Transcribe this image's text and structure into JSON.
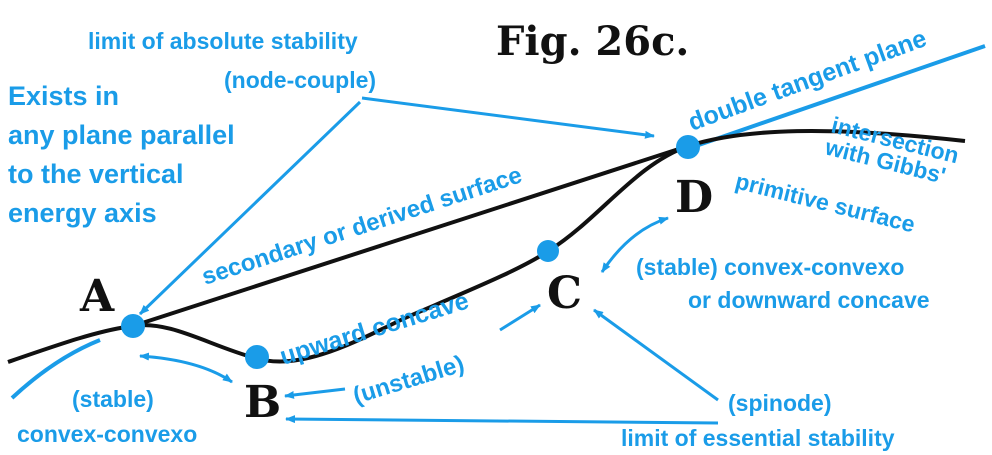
{
  "figure_title": "Fig. 26c.",
  "points": {
    "A": "A",
    "B": "B",
    "C": "C",
    "D": "D"
  },
  "annotations": {
    "exists_note": [
      "Exists in",
      "any plane parallel",
      "to the vertical",
      "energy axis"
    ],
    "absolute_stability": [
      "limit of absolute stability",
      "(node-couple)"
    ],
    "double_tangent": "double tangent plane",
    "intersection": [
      "intersection",
      "with Gibbs'",
      "primitive surface"
    ],
    "secondary_surface": "secondary or derived surface",
    "upward_concave": "upward concave",
    "unstable": "(unstable)",
    "stable_convex_left": [
      "(stable)",
      "convex-convexo"
    ],
    "stable_convex_right": [
      "(stable) convex-convexo",
      "or downward concave"
    ],
    "spinode": "(spinode)",
    "essential_stability": "limit of essential stability"
  },
  "colors": {
    "annotation": "#1a9ce8",
    "curve": "#111111",
    "point": "#1a9ce8"
  }
}
